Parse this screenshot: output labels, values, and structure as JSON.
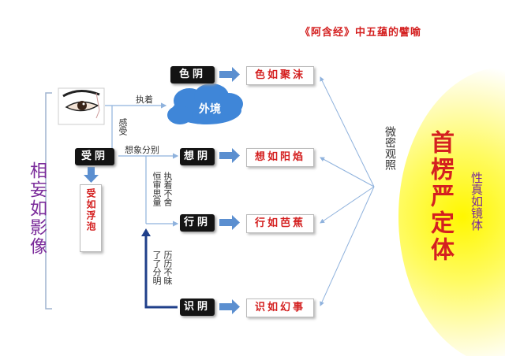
{
  "title": "《阿含经》中五蕴的譬喻",
  "left_label": "相妄如影像",
  "right_label": "性真如镜体",
  "center_label": "首楞严定体",
  "observe_label": "微密观照",
  "cloud_label": "外境",
  "zhizhe": "执着",
  "ganshou": "感受",
  "xiangxiang": "想象分别",
  "shouyin": "受阴",
  "shou_simile": "受如浮泡",
  "hengshen": "恒审思量",
  "zhizhe_bushe": "执着不舍",
  "liaoliao": "了了分明",
  "lili": "历历不昧",
  "aggregates": [
    {
      "name": "色阴",
      "simile": "色如聚沫"
    },
    {
      "name": "想阴",
      "simile": "想如阳焰"
    },
    {
      "name": "行阴",
      "simile": "行如芭蕉"
    },
    {
      "name": "识阴",
      "simile": "识如幻事"
    }
  ],
  "colors": {
    "red": "#d42020",
    "purple": "#7a2a9a",
    "arrow": "#5b8fd0",
    "cloud": "#3f86d8",
    "dark_arrow": "#1f3f8a"
  }
}
